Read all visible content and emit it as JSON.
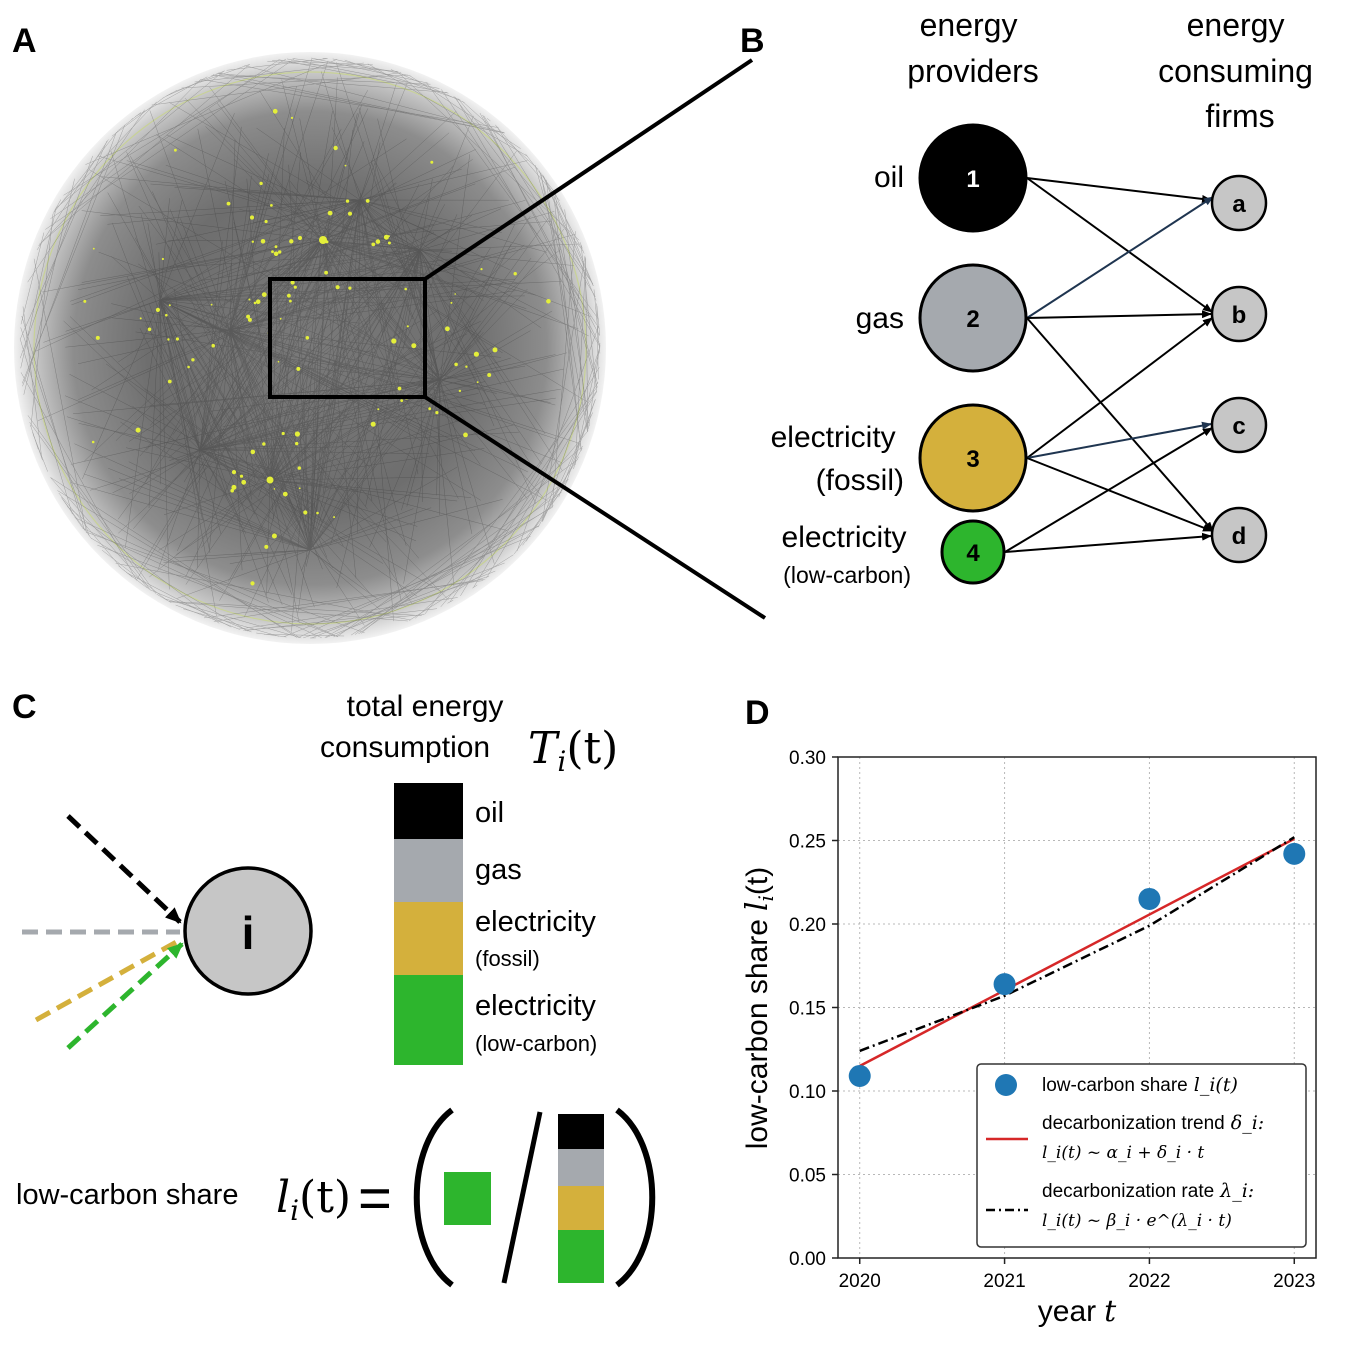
{
  "panels": {
    "a": {
      "label": "A"
    },
    "b": {
      "label": "B",
      "heading_providers": [
        "energy",
        "providers"
      ],
      "heading_consumers": [
        "energy",
        "consuming",
        "firms"
      ],
      "providers": [
        {
          "id": "1",
          "name": [
            "oil"
          ],
          "color": "#000000",
          "text_color": "#ffffff"
        },
        {
          "id": "2",
          "name": [
            "gas"
          ],
          "color": "#a5a9ae",
          "text_color": "#111111"
        },
        {
          "id": "3",
          "name": [
            "electricity",
            "(fossil)"
          ],
          "color": "#d4b03c",
          "text_color": "#111111"
        },
        {
          "id": "4",
          "name": [
            "electricity",
            "(low-carbon)"
          ],
          "color": "#2db52d",
          "text_color": "#111111"
        }
      ],
      "firms": [
        "a",
        "b",
        "c",
        "d"
      ]
    },
    "c": {
      "label": "C",
      "node_label": "i",
      "stack_title": "total energy",
      "stack_title2": "consumption",
      "stack_symbol": "T",
      "stack_symbol_sub": "i",
      "stack_symbol_arg": "(t)",
      "stack": [
        {
          "label": "oil",
          "sub": "",
          "color": "#000000"
        },
        {
          "label": "gas",
          "sub": "",
          "color": "#a5a9ae"
        },
        {
          "label": "electricity",
          "sub": "(fossil)",
          "color": "#d4b03c"
        },
        {
          "label": "electricity",
          "sub": "(low-carbon)",
          "color": "#2db52d"
        }
      ],
      "formula_text": "low-carbon share",
      "formula_symbol": "l",
      "formula_sub": "i",
      "formula_arg": "(t)",
      "formula_eq": "="
    },
    "d": {
      "label": "D"
    }
  },
  "chart_data": {
    "type": "scatter",
    "x": [
      2020,
      2021,
      2022,
      2023
    ],
    "xticks": [
      "2020",
      "2021",
      "2022",
      "2023"
    ],
    "yticks": [
      "0.00",
      "0.05",
      "0.10",
      "0.15",
      "0.20",
      "0.25",
      "0.30"
    ],
    "xlim": [
      2019.85,
      2023.15
    ],
    "ylim": [
      0,
      0.3
    ],
    "xlabel": "year",
    "xlabel_var": "t",
    "ylabel": "low-carbon share",
    "ylabel_var": "l",
    "ylabel_sub": "i",
    "ylabel_arg": "(t)",
    "grid": true,
    "legend_position": "lower-right",
    "series": [
      {
        "name": "low-carbon share",
        "name_math": "l_i(t)",
        "kind": "scatter",
        "color": "#1f77b4",
        "x": [
          2020,
          2021,
          2022,
          2023
        ],
        "y": [
          0.109,
          0.164,
          0.215,
          0.242
        ]
      },
      {
        "name": "decarbonization trend",
        "name_math": "δ_i:",
        "formula": "l_i(t) ~ α_i + δ_i · t",
        "kind": "line",
        "color": "#d62728",
        "x": [
          2020,
          2023
        ],
        "y": [
          0.115,
          0.251
        ]
      },
      {
        "name": "decarbonization rate",
        "name_math": "λ_i:",
        "formula": "l_i(t) ~ β_i · e^(λ_i · t)",
        "kind": "dashdot",
        "color": "#000000",
        "x": [
          2020,
          2021,
          2022,
          2023
        ],
        "y": [
          0.124,
          0.157,
          0.199,
          0.252
        ]
      }
    ]
  }
}
